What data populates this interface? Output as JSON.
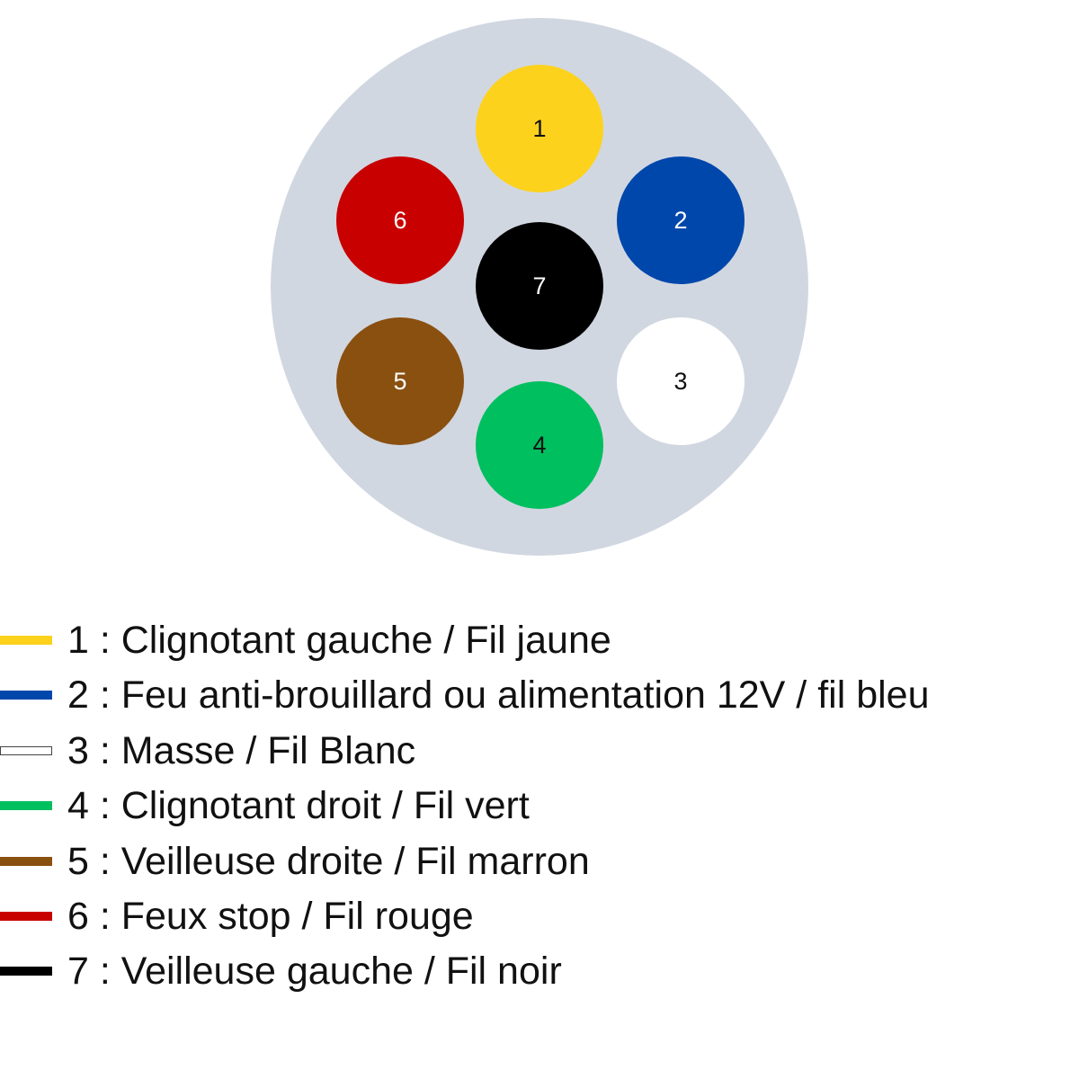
{
  "connector": {
    "body_color": "#D1D7E1",
    "pins": [
      {
        "number": "1",
        "color": "#FDD21C",
        "text_color": "#111111"
      },
      {
        "number": "2",
        "color": "#0047AB",
        "text_color": "#FFFFFF"
      },
      {
        "number": "3",
        "color": "#FFFFFF",
        "text_color": "#111111"
      },
      {
        "number": "4",
        "color": "#00BF5F",
        "text_color": "#111111"
      },
      {
        "number": "5",
        "color": "#8A5010",
        "text_color": "#FFFFFF"
      },
      {
        "number": "6",
        "color": "#C90000",
        "text_color": "#FFFFFF"
      },
      {
        "number": "7",
        "color": "#000000",
        "text_color": "#FFFFFF"
      }
    ]
  },
  "legend": [
    {
      "label": "1 : Clignotant gauche / Fil jaune",
      "color": "#FDD21C"
    },
    {
      "label": "2 : Feu anti-brouillard ou alimentation 12V / fil bleu",
      "color": "#0047AB"
    },
    {
      "label": "3 : Masse / Fil Blanc",
      "color": "#FFFFFF"
    },
    {
      "label": "4 : Clignotant droit / Fil vert",
      "color": "#00BF5F"
    },
    {
      "label": "5 : Veilleuse droite / Fil marron",
      "color": "#8A5010"
    },
    {
      "label": "6 : Feux stop / Fil rouge",
      "color": "#C90000"
    },
    {
      "label": "7 : Veilleuse gauche / Fil noir",
      "color": "#000000"
    }
  ]
}
